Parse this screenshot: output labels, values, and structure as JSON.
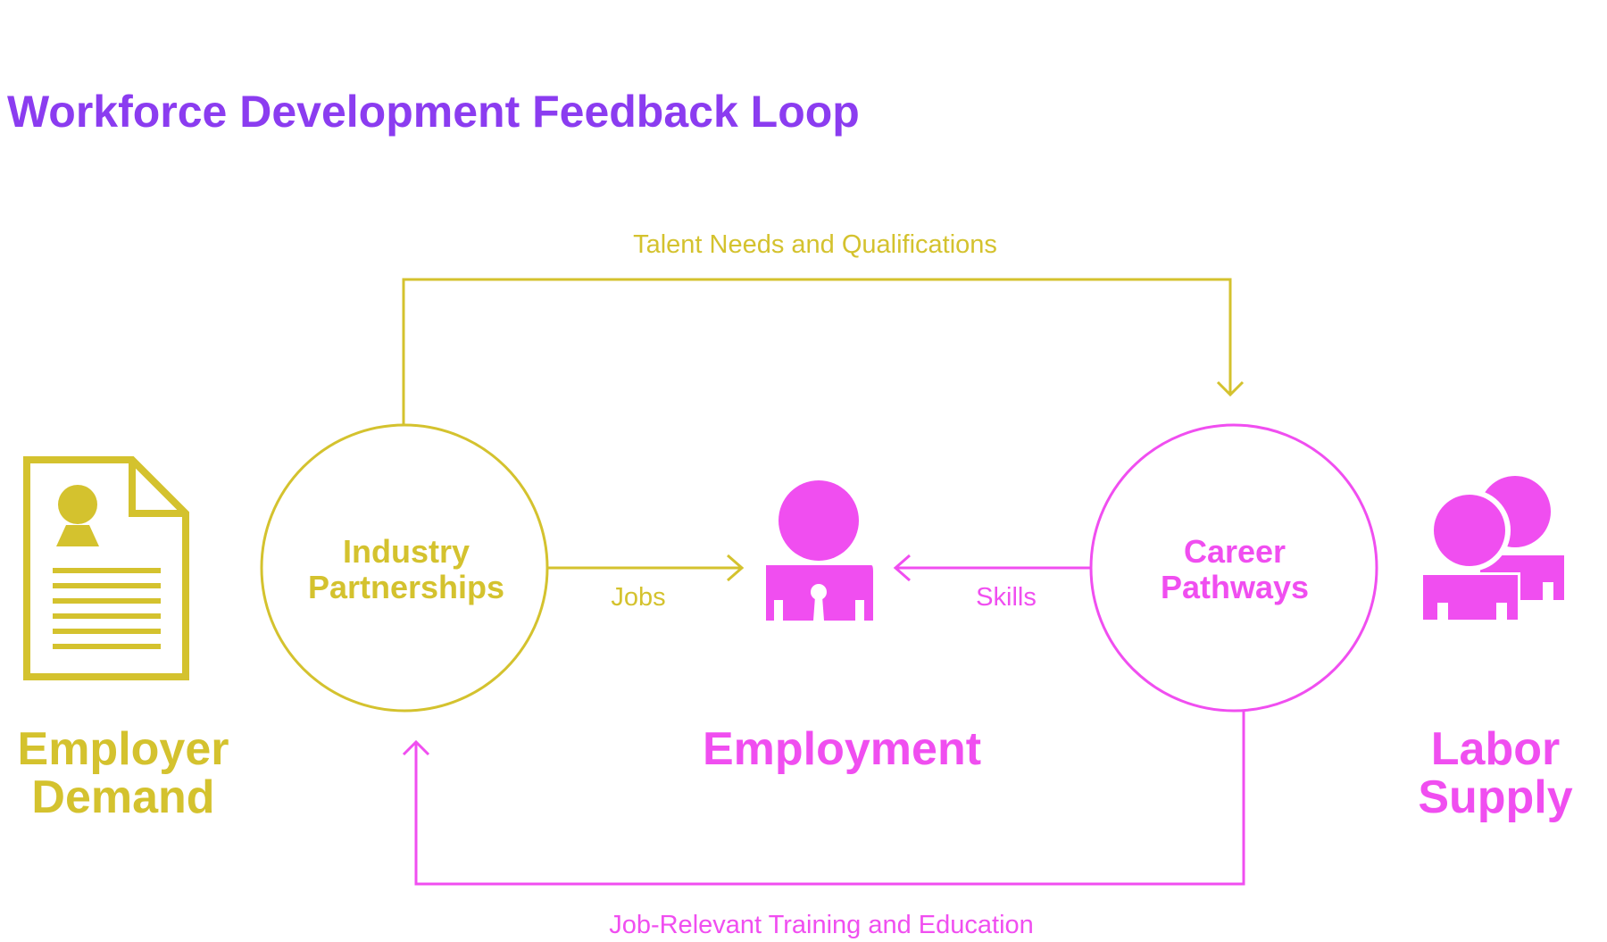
{
  "title": "Workforce Development Feedback Loop",
  "colors": {
    "title": "#8b3cf0",
    "demand": "#d4c22e",
    "supply": "#f04ef0"
  },
  "nodes": {
    "industry_partnerships": {
      "line1": "Industry",
      "line2": "Partnerships"
    },
    "career_pathways": {
      "line1": "Career",
      "line2": "Pathways"
    }
  },
  "flows": {
    "talent_needs": "Talent Needs and Qualifications",
    "jobs": "Jobs",
    "skills": "Skills",
    "training": "Job-Relevant Training and Education"
  },
  "groups": {
    "employer_demand": {
      "line1": "Employer",
      "line2": "Demand"
    },
    "employment": "Employment",
    "labor_supply": {
      "line1": "Labor",
      "line2": "Supply"
    }
  },
  "icons": {
    "employer": "resume-document-icon",
    "employment": "worker-icon",
    "labor": "people-group-icon"
  }
}
